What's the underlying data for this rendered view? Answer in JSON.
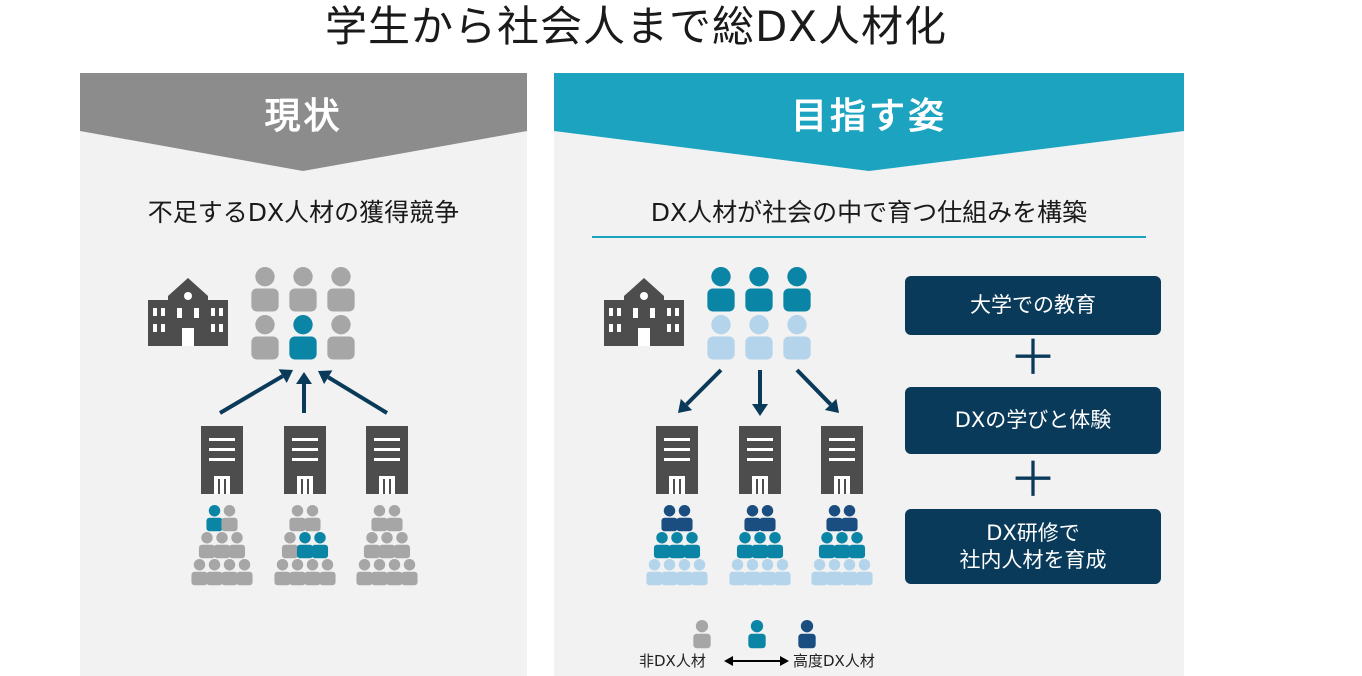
{
  "title": "学生から社会人まで総DX人材化",
  "left": {
    "header": "現状",
    "subtitle": "不足するDX人材の獲得競争"
  },
  "right": {
    "header": "目指す姿",
    "subtitle": "DX人材が社会の中で育つ仕組みを構築",
    "boxes": [
      "大学での教育",
      "DXの学びと体験",
      "DX研修で\n社内人材を育成"
    ],
    "plus": "＋"
  },
  "legend": {
    "left_label": "非DX人材",
    "right_label": "高度DX人材"
  },
  "colors": {
    "gray_header": "#8c8c8c",
    "teal_header": "#1ba3c0",
    "panel_bg": "#f2f2f2",
    "dark_icon": "#4d4d4d",
    "person_gray": "#a6a6a6",
    "person_teal": "#0a85a6",
    "person_navy": "#1a4e80",
    "person_light": "#b3d4ea",
    "box_navy": "#0a3a5a"
  }
}
